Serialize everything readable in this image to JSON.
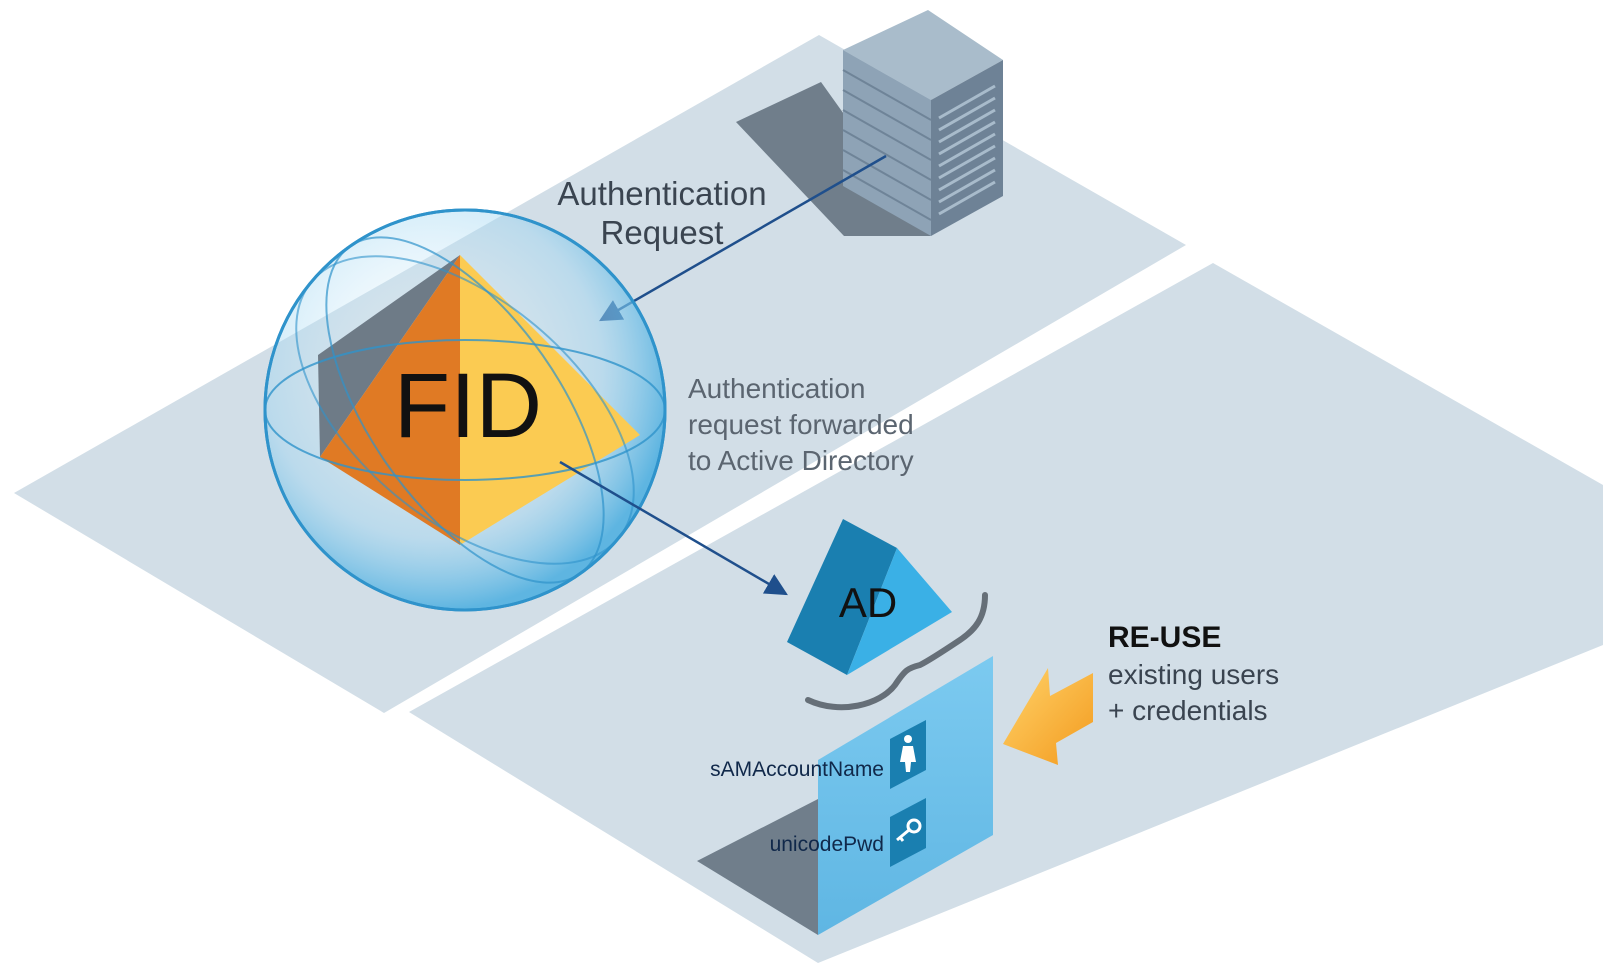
{
  "labels": {
    "auth_request_line1": "Authentication",
    "auth_request_line2": "Request",
    "forwarded_line1": "Authentication",
    "forwarded_line2": "request forwarded",
    "forwarded_line3": "to Active Directory",
    "fid": "FID",
    "ad": "AD",
    "reuse_title": "RE-USE",
    "reuse_line1": "existing users",
    "reuse_line2": "+ credentials",
    "attr_username": "sAMAccountName",
    "attr_password": "unicodePwd"
  },
  "icons": {
    "server": "server-rack-icon",
    "fid": "pyramid-in-sphere-icon",
    "ad": "triangular-prism-icon",
    "user": "person-icon",
    "key": "key-icon",
    "reuse_arrow": "arrow-left-icon"
  },
  "colors": {
    "platform": "#d2dee7",
    "server_front": "#8ea3b6",
    "server_side": "#6e8296",
    "server_top": "#a9bccb",
    "shadow": "#707e8b",
    "pyramid_orange": "#e07a24",
    "pyramid_yellow": "#fbcb52",
    "sphere": "#4aaee0",
    "ad_dark": "#1a7fb0",
    "ad_light": "#3ab0e6",
    "panel": "#6fc0ea",
    "arrow": "#1f4f8c",
    "reuse_arrow": "#f6a623"
  }
}
